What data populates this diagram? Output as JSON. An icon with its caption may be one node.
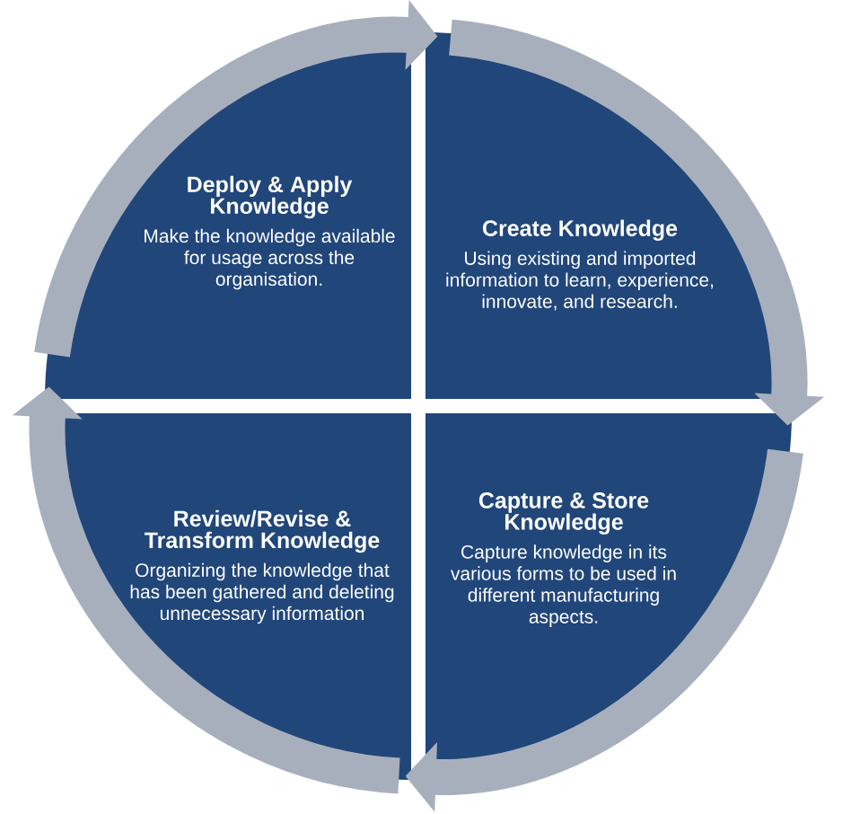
{
  "diagram": {
    "nodes": [
      {
        "text": [
          "Deploy & Apply Knowledge",
          "Make the knowledge available for usage across the organisation."
        ]
      },
      {
        "text": [
          "Create Knowledge",
          "Using existing and imported information to learn, experience, innovate, and research."
        ]
      },
      {
        "text": [
          "Review/Revise & Transform Knowledge",
          "Organizing the knowledge that has been gathered and deleting unnecessary information"
        ]
      },
      {
        "text": [
          "Capture & Store Knowledge",
          "Capture knowledge in its various forms to be used in different manufacturing aspects."
        ]
      }
    ],
    "edges": [
      {
        "from": 0,
        "to": 1,
        "arrow": "to"
      },
      {
        "from": 1,
        "to": 3,
        "arrow": "to"
      },
      {
        "from": 3,
        "to": 2,
        "arrow": "to"
      },
      {
        "from": 2,
        "to": 0,
        "arrow": "to"
      }
    ]
  }
}
